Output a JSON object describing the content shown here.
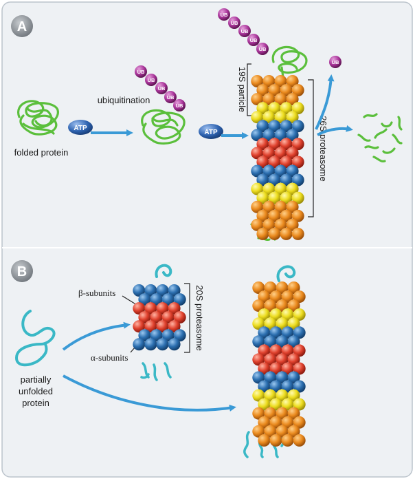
{
  "panel_a": {
    "letter": "A",
    "labels": {
      "folded_protein": "folded protein",
      "ubiquitination": "ubiquitination",
      "particle_19s": "19S particle",
      "proteasome_26s": "26S proteasome"
    },
    "atp_label": "ATP",
    "ub_label": "UB"
  },
  "panel_b": {
    "letter": "B",
    "labels": {
      "partially_unfolded_line1": "partially",
      "partially_unfolded_line2": "unfolded",
      "partially_unfolded_line3": "protein",
      "beta_subunits": "β-subunits",
      "alpha_subunits": "α-subunits",
      "proteasome_20s": "20S proteasome"
    }
  },
  "colors": {
    "panel_bg": "#eef1f4",
    "panel_border": "#bcc4cc",
    "arrow_blue": "#3a9ad6",
    "ub_purple": "#a9359a",
    "atp_blue": "#2e63b0",
    "protein_green": "#5bbf3c",
    "peptide_cyan": "#3ab8c6",
    "orange_subunit": "#e88a1c",
    "yellow_subunit": "#e8d81c",
    "blue_subunit": "#2c6fb0",
    "red_subunit": "#e0422e"
  }
}
